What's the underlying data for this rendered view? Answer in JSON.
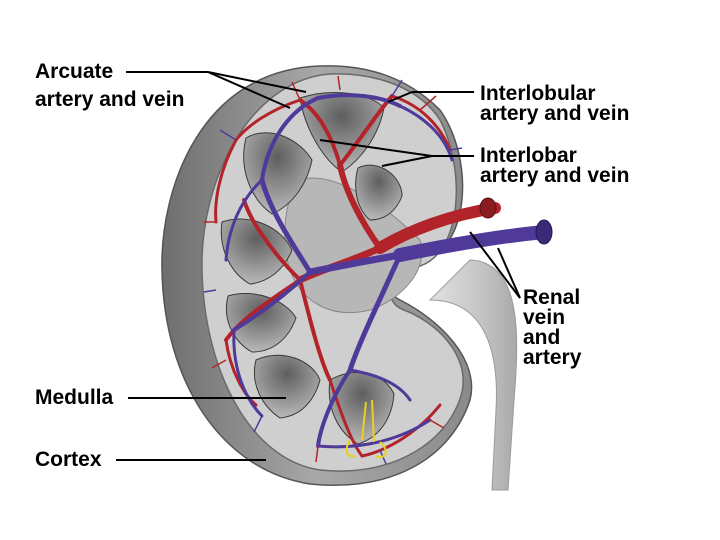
{
  "labels": {
    "arcuate": {
      "line1": "Arcuate",
      "line2": "artery and vein"
    },
    "interlobular": {
      "line1": "Interlobular",
      "line2": "artery and vein"
    },
    "interlobar": {
      "line1": "Interlobar",
      "line2": "artery and vein"
    },
    "renal": {
      "line1": "Renal",
      "line2": "vein",
      "line3": "and",
      "line4": "artery"
    },
    "medulla": "Medulla",
    "cortex": "Cortex"
  },
  "colors": {
    "artery": "#b3242a",
    "vein": "#4f3a9a",
    "cortex": "#c9c9c9",
    "capsule": "#7d7d7d",
    "pyramid": "#8f8f8f",
    "ureter": "#cfcfcf",
    "nerve": "#e8d21c",
    "leader_line": "#000000"
  }
}
